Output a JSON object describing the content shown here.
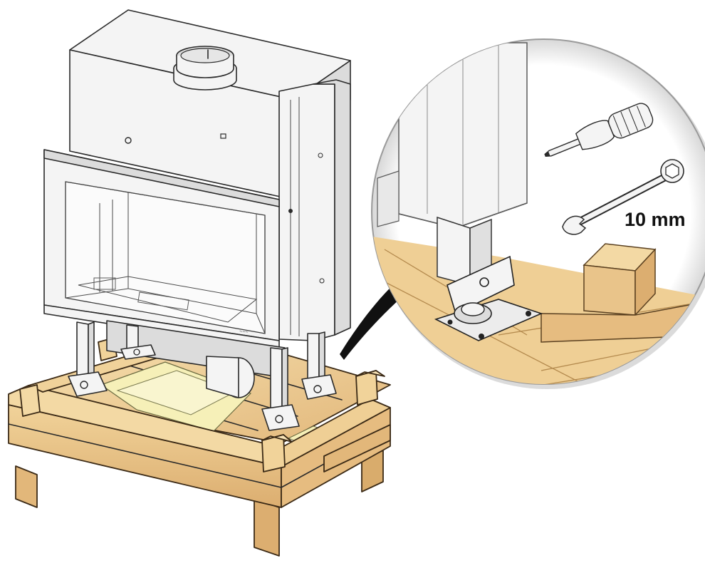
{
  "figure": {
    "callout": {
      "wrench_size_label": "10 mm"
    },
    "parts": {
      "stove": "fireplace-insert",
      "crate": "wooden-shipping-crate",
      "tools": [
        "screwdriver-icon",
        "wrench-icon"
      ]
    },
    "colors": {
      "wood_light": "#f3d9a4",
      "wood_mid": "#e9c48a",
      "wood_dark": "#d9ac6c",
      "insulation": "#f6f0b8",
      "metal": "#f4f4f4",
      "outline": "#2a2a2a"
    }
  }
}
